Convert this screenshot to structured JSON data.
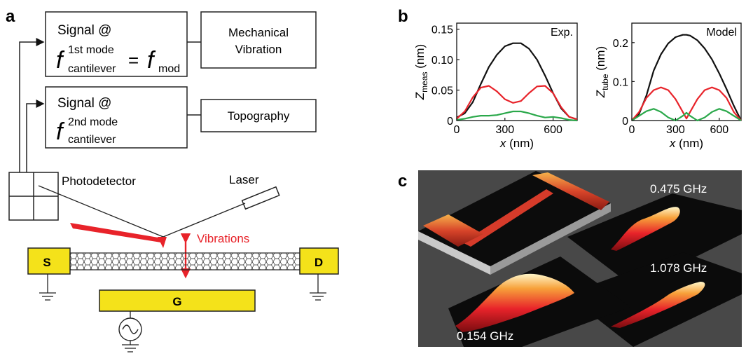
{
  "panels": {
    "a": "a",
    "b": "b",
    "c": "c"
  },
  "schematic": {
    "box1": {
      "line1": "Signal @",
      "f": "f",
      "sup": "1st mode",
      "sub": "cantilever",
      "eq": "=",
      "f2": "f",
      "sub2": "mod"
    },
    "box2": {
      "line1": "Signal @",
      "f": "f",
      "sup": "2nd mode",
      "sub": "cantilever"
    },
    "out1": [
      "Mechanical",
      "Vibration"
    ],
    "out2": "Topography",
    "photodetector": "Photodetector",
    "laser": "Laser",
    "vibrations": "Vibrations",
    "source": "S",
    "drain": "D",
    "gate": "G"
  },
  "colors": {
    "red": "#e8232a",
    "yellow": "#f4e21a",
    "green": "#2aa84a",
    "black": "#111111"
  },
  "chart_data": [
    {
      "type": "line",
      "annotation": "Exp.",
      "ylabel_main": "Z",
      "ylabel_sub": "meas",
      "ylabel_unit": "(nm)",
      "xlabel_main": "x",
      "xlabel_unit": "(nm)",
      "xlim": [
        0,
        750
      ],
      "ylim": [
        0,
        0.16
      ],
      "xticks": [
        0,
        300,
        600
      ],
      "yticks": [
        0,
        0.05,
        0.1,
        0.15
      ],
      "ytick_labels": [
        "0",
        "0.05",
        "0.10",
        "0.15"
      ],
      "xtick_labels": [
        "0",
        "300",
        "600"
      ],
      "series": [
        {
          "color": "#111111",
          "x": [
            0,
            50,
            100,
            150,
            200,
            250,
            300,
            350,
            400,
            450,
            500,
            550,
            600,
            650,
            700,
            750
          ],
          "y": [
            0.005,
            0.012,
            0.03,
            0.06,
            0.088,
            0.108,
            0.122,
            0.127,
            0.127,
            0.118,
            0.1,
            0.074,
            0.045,
            0.02,
            0.006,
            0.002
          ]
        },
        {
          "color": "#e8232a",
          "x": [
            0,
            50,
            100,
            150,
            200,
            250,
            300,
            350,
            400,
            450,
            500,
            550,
            600,
            650,
            700,
            750
          ],
          "y": [
            0.003,
            0.015,
            0.038,
            0.054,
            0.057,
            0.048,
            0.035,
            0.029,
            0.032,
            0.045,
            0.056,
            0.057,
            0.045,
            0.022,
            0.006,
            0.002
          ]
        },
        {
          "color": "#2aa84a",
          "x": [
            0,
            50,
            100,
            150,
            200,
            250,
            300,
            350,
            400,
            450,
            500,
            550,
            600,
            650,
            700,
            750
          ],
          "y": [
            0.001,
            0.003,
            0.006,
            0.008,
            0.008,
            0.009,
            0.012,
            0.015,
            0.015,
            0.012,
            0.008,
            0.005,
            0.006,
            0.004,
            0.001,
            0.0
          ]
        }
      ]
    },
    {
      "type": "line",
      "annotation": "Model",
      "ylabel_main": "Z",
      "ylabel_sub": "tube",
      "ylabel_unit": "(nm)",
      "xlabel_main": "x",
      "xlabel_unit": "(nm)",
      "xlim": [
        0,
        750
      ],
      "ylim": [
        0,
        0.25
      ],
      "xticks": [
        0,
        300,
        600
      ],
      "yticks": [
        0,
        0.1,
        0.2
      ],
      "ytick_labels": [
        "0",
        "0.1",
        "0.2"
      ],
      "xtick_labels": [
        "0",
        "300",
        "600"
      ],
      "series": [
        {
          "color": "#111111",
          "x": [
            0,
            50,
            100,
            150,
            200,
            250,
            300,
            350,
            375,
            400,
            450,
            500,
            550,
            600,
            650,
            700,
            750
          ],
          "y": [
            0.0,
            0.017,
            0.064,
            0.128,
            0.17,
            0.198,
            0.214,
            0.22,
            0.22,
            0.218,
            0.206,
            0.185,
            0.157,
            0.121,
            0.081,
            0.038,
            0.0
          ]
        },
        {
          "color": "#e8232a",
          "x": [
            0,
            50,
            100,
            150,
            200,
            250,
            300,
            350,
            375,
            400,
            450,
            500,
            550,
            600,
            650,
            700,
            750
          ],
          "y": [
            0.0,
            0.022,
            0.058,
            0.078,
            0.085,
            0.078,
            0.055,
            0.022,
            0.005,
            0.022,
            0.055,
            0.078,
            0.085,
            0.078,
            0.058,
            0.022,
            0.0
          ]
        },
        {
          "color": "#2aa84a",
          "x": [
            0,
            50,
            100,
            150,
            200,
            250,
            300,
            350,
            375,
            400,
            450,
            500,
            550,
            600,
            650,
            700,
            750
          ],
          "y": [
            0.0,
            0.012,
            0.024,
            0.03,
            0.022,
            0.008,
            0.0,
            0.012,
            0.02,
            0.012,
            0.0,
            0.008,
            0.022,
            0.03,
            0.024,
            0.012,
            0.0
          ]
        }
      ]
    }
  ],
  "panel_c": {
    "labels": [
      "0.475 GHz",
      "1.078 GHz",
      "0.154 GHz"
    ]
  }
}
